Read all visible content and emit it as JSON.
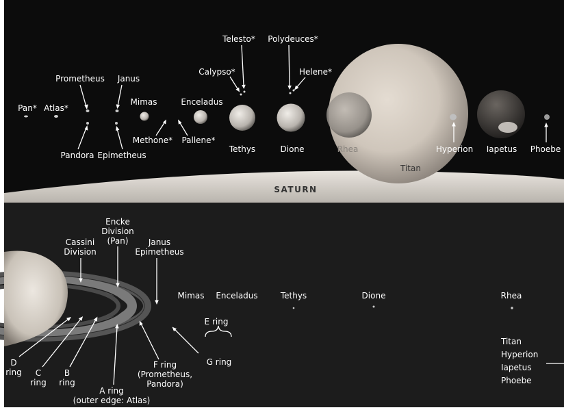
{
  "top_panel": {
    "planet_label": "SATURN",
    "moons": {
      "pan": "Pan*",
      "atlas": "Atlas*",
      "prometheus": "Prometheus",
      "pandora": "Pandora",
      "janus": "Janus",
      "epimetheus": "Epimetheus",
      "mimas": "Mimas",
      "methone": "Methone*",
      "enceladus": "Enceladus",
      "pallene": "Pallene*",
      "tethys": "Tethys",
      "calypso": "Calypso*",
      "telesto": "Telesto*",
      "dione": "Dione",
      "polydeuces": "Polydeuces*",
      "helene": "Helene*",
      "rhea": "Rhea",
      "titan": "Titan",
      "hyperion": "Hyperion",
      "iapetus": "Iapetus",
      "phoebe": "Phoebe"
    }
  },
  "bottom_panel": {
    "labels": {
      "encke": [
        "Encke",
        "Division",
        "(Pan)"
      ],
      "cassini": [
        "Cassini",
        "Division"
      ],
      "janus_epi": [
        "Janus",
        "Epimetheus"
      ],
      "mimas": "Mimas",
      "enceladus": "Enceladus",
      "tethys": "Tethys",
      "dione": "Dione",
      "rhea": "Rhea",
      "e_ring": "E ring",
      "g_ring": "G ring",
      "f_ring": [
        "F ring",
        "(Prometheus,",
        "Pandora)"
      ],
      "a_ring": [
        "A ring",
        "(outer edge: Atlas)"
      ],
      "b_ring": [
        "B",
        "ring"
      ],
      "c_ring": [
        "C",
        "ring"
      ],
      "d_ring": [
        "D",
        "ring"
      ],
      "outer_moons": [
        "Titan",
        "Hyperion",
        "Iapetus",
        "Phoebe"
      ]
    }
  }
}
